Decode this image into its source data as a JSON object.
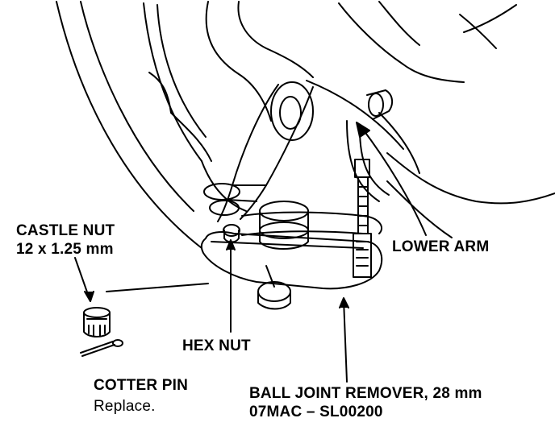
{
  "labels": {
    "castle_nut_title": "CASTLE NUT",
    "castle_nut_size": "12 x 1.25 mm",
    "hex_nut": "HEX NUT",
    "lower_arm": "LOWER ARM",
    "cotter_pin_title": "COTTER PIN",
    "cotter_pin_note": "Replace.",
    "remover_title": "BALL JOINT REMOVER, 28 mm",
    "remover_part": "07MAC – SL00200"
  },
  "colors": {
    "ink": "#000000",
    "paper": "#ffffff"
  }
}
